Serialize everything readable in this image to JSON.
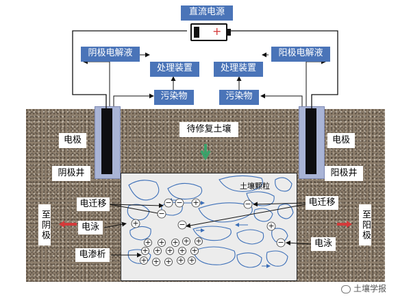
{
  "power": {
    "title": "直流电源",
    "plus": "+"
  },
  "left": {
    "electrolyte": "阴极电解液",
    "treatment": "处理装置",
    "pollutant": "污染物",
    "electrode": "电极",
    "well": "阴极井"
  },
  "right": {
    "electrolyte": "阳极电解液",
    "treatment": "处理装置",
    "pollutant": "污染物",
    "electrode": "电极",
    "well": "阳极井"
  },
  "soil": {
    "title": "待修复土壤",
    "particle": "土壤颗粒"
  },
  "labels": {
    "electromigration_left": "电迁移",
    "electrophoresis_left": "电泳",
    "electroosmosis": "电渗析",
    "electromigration_right": "电迁移",
    "electrophoresis_right": "电泳",
    "to_cathode": "至阴极",
    "to_anode": "至阳极"
  },
  "ions": {
    "minus": "−",
    "plus": "+"
  },
  "watermark": "土壤学报",
  "colors": {
    "box": "#4a74b8",
    "well": "#a9b4d6",
    "arrow_red": "#d43a3a",
    "arrow_green": "#3aa26a",
    "particle": "#3c6fb8"
  }
}
